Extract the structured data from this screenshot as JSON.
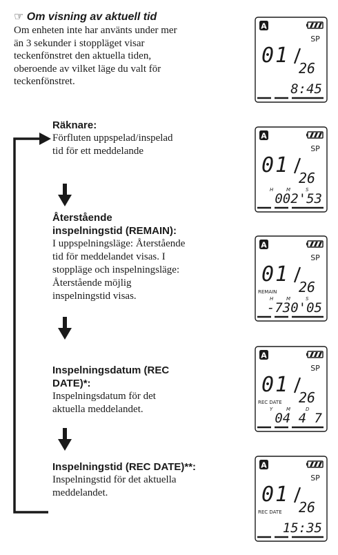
{
  "note": {
    "icon": "☞",
    "title": "Om visning av aktuell tid",
    "lines": [
      "Om enheten inte har använts under mer",
      "än 3 sekunder i stoppläget visar",
      "teckenfönstret den aktuella tiden,",
      "oberoende av vilket läge du valt för",
      "teckenfönstret."
    ]
  },
  "modes": [
    {
      "title_lines": [
        "Räknare:"
      ],
      "body_lines": [
        "Förfluten uppspelad/inspelad",
        "tid för ett meddelande"
      ]
    },
    {
      "title_lines": [
        "Återstående",
        "inspelningstid (REMAIN):"
      ],
      "body_lines": [
        "I uppspelningsläge: Återstående",
        "tid för meddelandet visas. I",
        "stoppläge och inspelningsläge:",
        "Återstående möjlig",
        "inspelningstid visas."
      ]
    },
    {
      "title_lines": [
        "Inspelningsdatum (REC",
        "DATE)*:"
      ],
      "body_lines": [
        "Inspelningsdatum för det",
        "aktuella meddelandet."
      ]
    },
    {
      "title_lines": [
        "Inspelningstid (REC DATE)**:"
      ],
      "body_lines": [
        "Inspelningstid för det aktuella",
        "meddelandet."
      ]
    }
  ],
  "displays": [
    {
      "folder": "A",
      "mode": "SP",
      "message": "01",
      "total": "26",
      "side_label": "",
      "units": [],
      "bottom": "8:45"
    },
    {
      "folder": "A",
      "mode": "SP",
      "message": "01",
      "total": "26",
      "side_label": "",
      "units": [
        "H",
        "M",
        "S"
      ],
      "bottom": "002'53"
    },
    {
      "folder": "A",
      "mode": "SP",
      "message": "01",
      "total": "26",
      "side_label": "REMAIN",
      "units": [
        "H",
        "M",
        "S"
      ],
      "bottom": "-730'05"
    },
    {
      "folder": "A",
      "mode": "SP",
      "message": "01",
      "total": "26",
      "side_label": "REC DATE",
      "units": [
        "Y",
        "M",
        "D"
      ],
      "bottom": "04 4 7"
    },
    {
      "folder": "A",
      "mode": "SP",
      "message": "01",
      "total": "26",
      "side_label": "REC DATE",
      "units": [],
      "bottom": "15:35"
    }
  ]
}
